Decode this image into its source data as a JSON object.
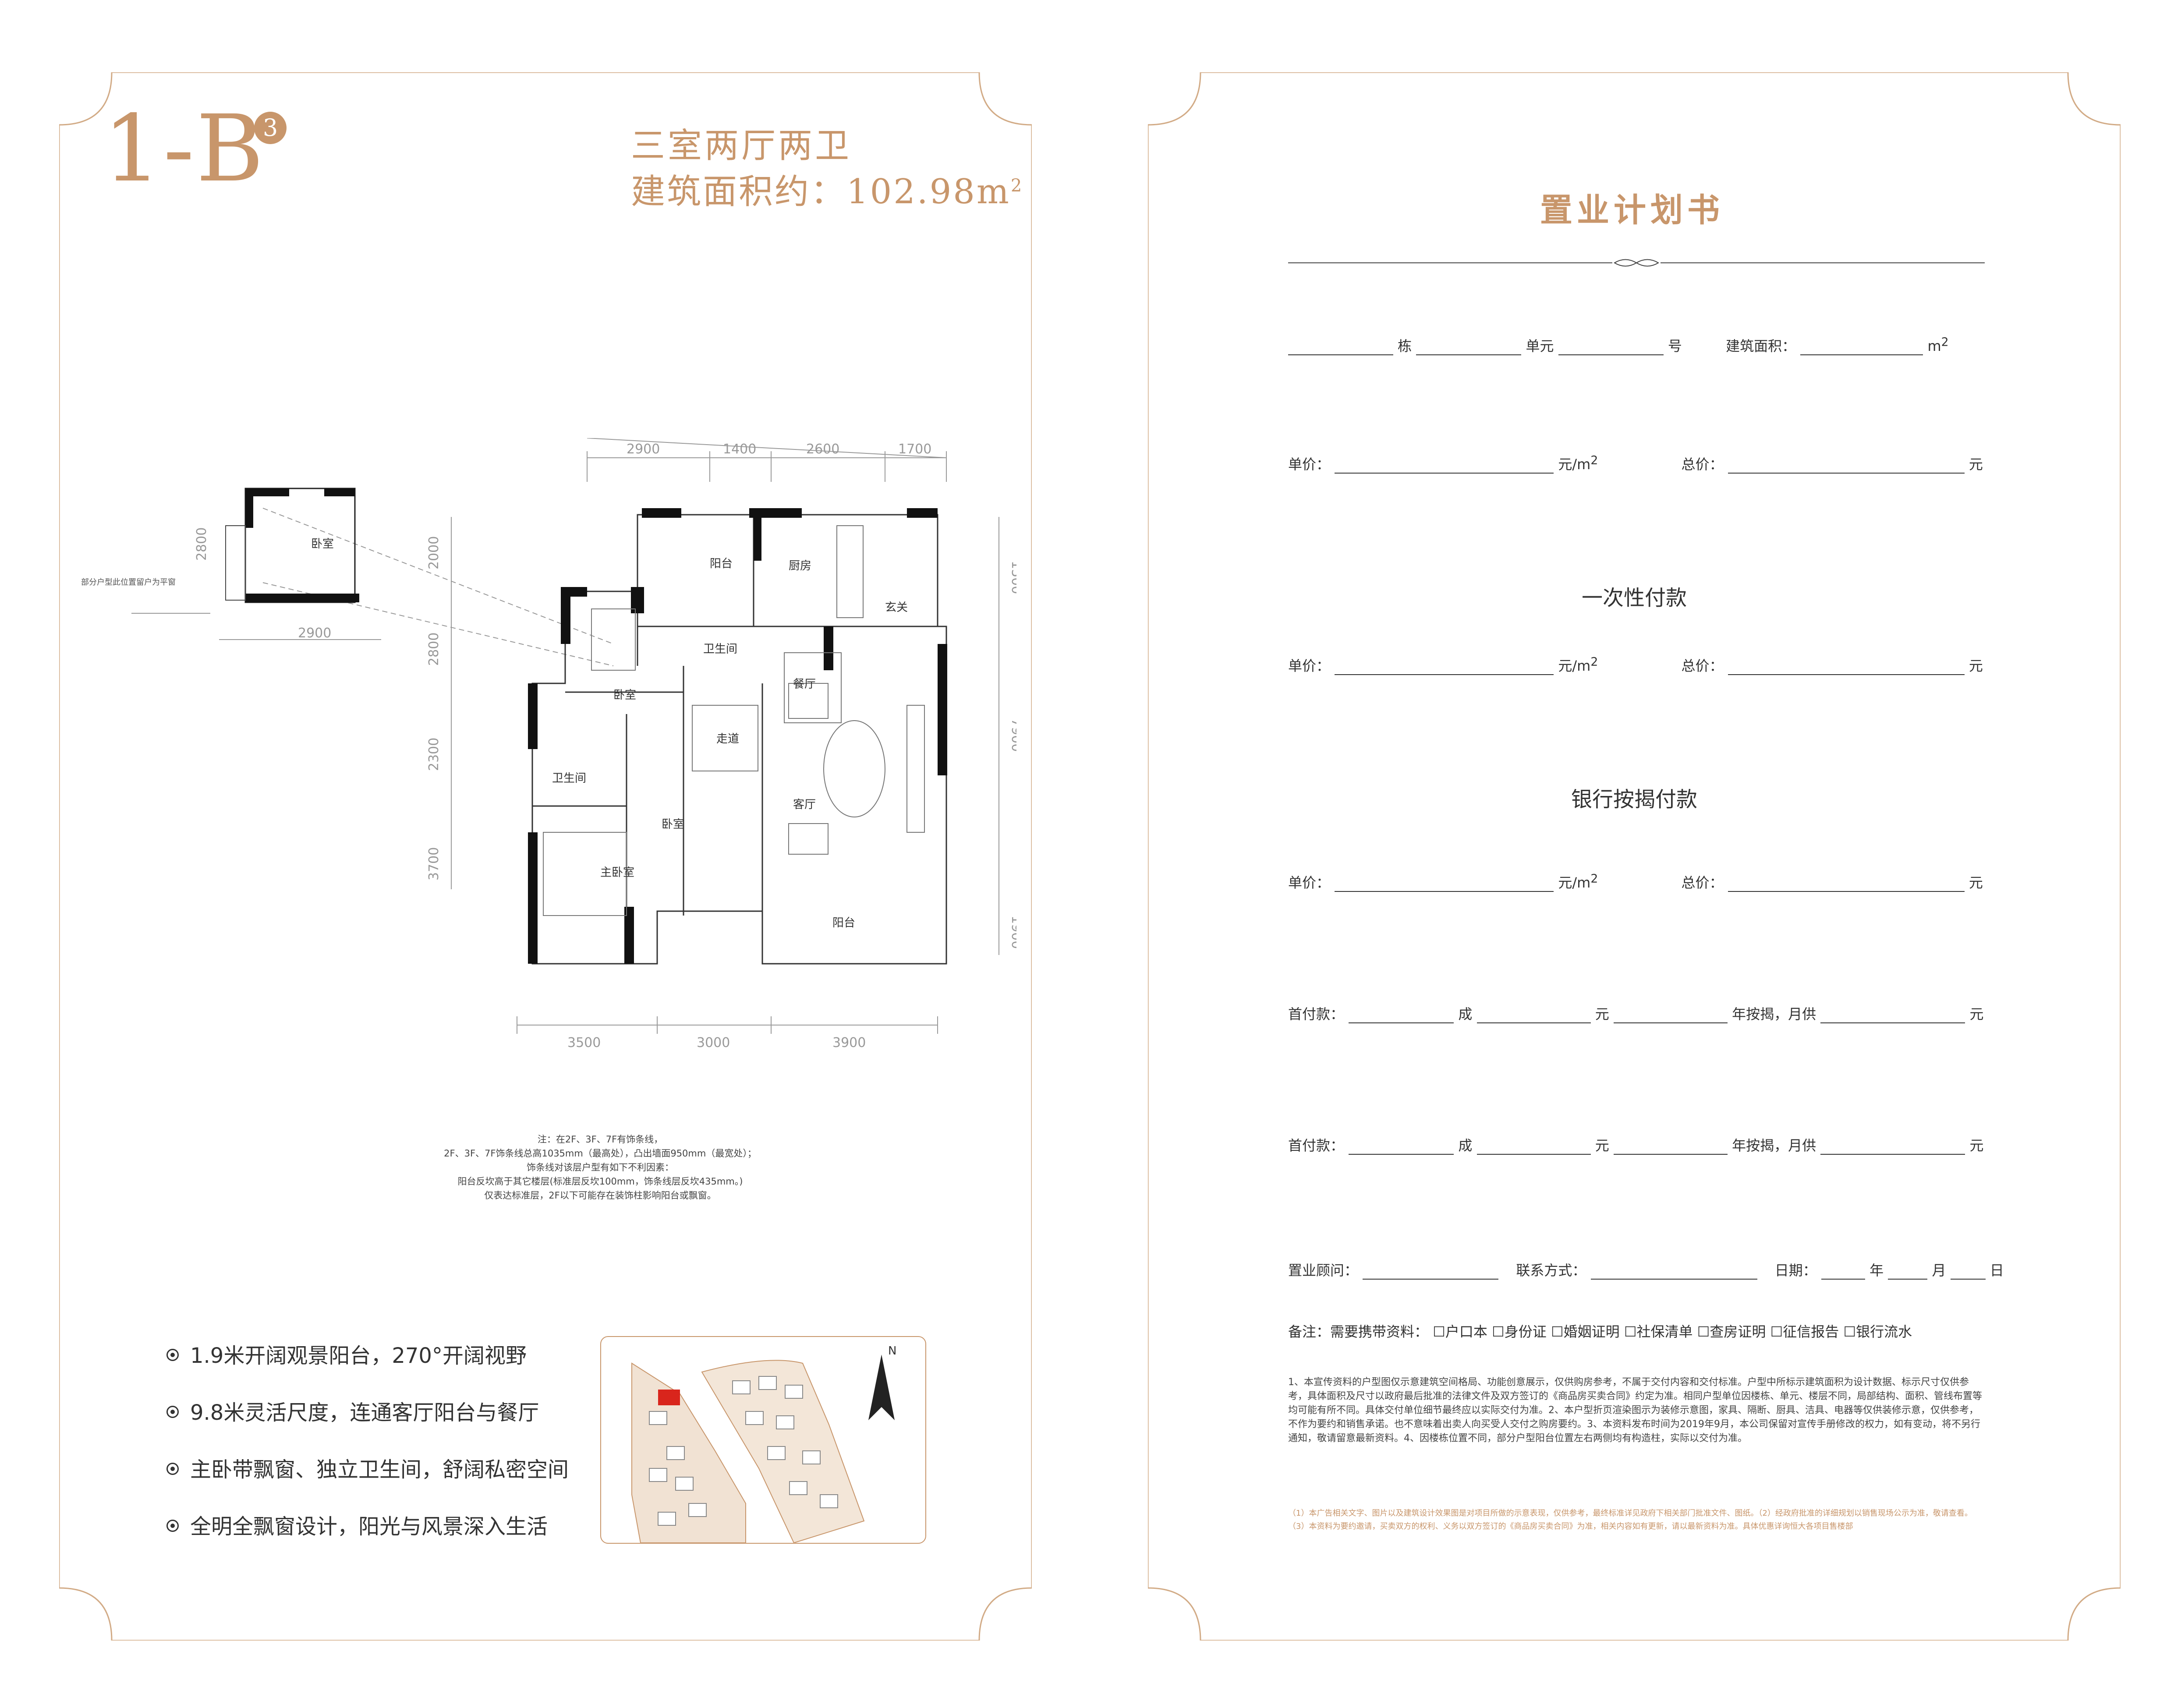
{
  "left": {
    "plan_code": "1-B",
    "plan_code_sup": "3",
    "layout_title": "三室两厅两卫",
    "area_prefix": "建筑面积约：102.98m",
    "area_sup": "2",
    "floor_plan": {
      "rooms": [
        "卧室",
        "阳台",
        "厨房",
        "玄关",
        "卫生间",
        "餐厅",
        "卧室",
        "走道",
        "卫生间",
        "卧室",
        "客厅",
        "主卧室",
        "阳台"
      ],
      "window_note": "部分户型此位置留户为平窗",
      "dims_top": [
        "2900",
        "1400",
        "2600",
        "1700"
      ],
      "dims_bottom": [
        "3500",
        "3000",
        "3900"
      ],
      "dims_left": [
        "2000",
        "2800",
        "2300",
        "3700"
      ],
      "dims_right": [
        "1500",
        "7900",
        "1900"
      ],
      "annex_dims": [
        "2800",
        "2900"
      ]
    },
    "notes": [
      "注：在2F、3F、7F有饰条线，",
      "2F、3F、7F饰条线总高1035mm（最高处），凸出墙面950mm（最宽处）；",
      "饰条线对该层户型有如下不利因素：",
      "阳台反坎高于其它楼层(标准层反坎100mm，饰条线层反坎435mm。)",
      "仅表达标准层，2F以下可能存在装饰柱影响阳台或飘窗。"
    ],
    "features": [
      "1.9米开阔观景阳台，270°开阔视野",
      "9.8米灵活尺度，连通客厅阳台与餐厅",
      "主卧带飘窗、独立卫生间，舒阔私密空间",
      "全明全飘窗设计，阳光与风景深入生活"
    ],
    "site_map": {
      "north_label": "N"
    }
  },
  "right": {
    "title": "置业计划书",
    "unit_row": {
      "dong": "栋",
      "unit": "单元",
      "no": "号",
      "area": "建筑面积：",
      "m": "m",
      "m_sup": "2"
    },
    "price_label": "单价：",
    "per_sqm": "元/m",
    "per_sqm_sup": "2",
    "total_label": "总价：",
    "yuan": "元",
    "section_one": "一次性付款",
    "section_bank": "银行按揭付款",
    "down_payment": "首付款：",
    "cheng": "成",
    "years_monthly": "年按揭，月供",
    "consultant": "置业顾问：",
    "contact": "联系方式：",
    "date": "日期：",
    "year": "年",
    "month": "月",
    "day": "日",
    "remarks_label": "备注：需要携带资料：",
    "remarks_items": [
      "户口本",
      "身份证",
      "婚姻证明",
      "社保清单",
      "查房证明",
      "征信报告",
      "银行流水"
    ],
    "disclaimer": "1、本宣传资料的户型图仅示意建筑空间格局、功能创意展示，仅供购房参考，不属于交付内容和交付标准。户型中所标示建筑面积为设计数据、标示尺寸仅供参考，具体面积及尺寸以政府最后批准的法律文件及双方签订的《商品房买卖合同》约定为准。相同户型单位因楼栋、单元、楼层不同，局部结构、面积、管线布置等均可能有所不同。具体交付单位细节最终应以实际交付为准。2、本户型折页渲染图示为装修示意图，家具、隔断、厨具、洁具、电器等仅供装修示意，仅供参考，不作为要约和销售承诺。也不意味着出卖人向买受人交付之购房要约。3、本资料发布时间为2019年9月，本公司保留对宣传手册修改的权力，如有变动，将不另行通知，敬请留意最新资料。4、因楼栋位置不同，部分户型阳台位置左右两侧均有构造柱，实际以交付为准。",
    "disclaimer2": "（1）本广告相关文字、图片以及建筑设计效果图是对项目所做的示意表现，仅供参考，最终标准详见政府下相关部门批准文件、图纸。（2）经政府批准的详细规划以销售现场公示为准，敬请查看。（3）本资料为要约邀请，买卖双方的权利、义务以双方签订的《商品房买卖合同》为准，相关内容如有更新，请以最新资料为准。具体优惠详询恒大各项目售楼部"
  }
}
